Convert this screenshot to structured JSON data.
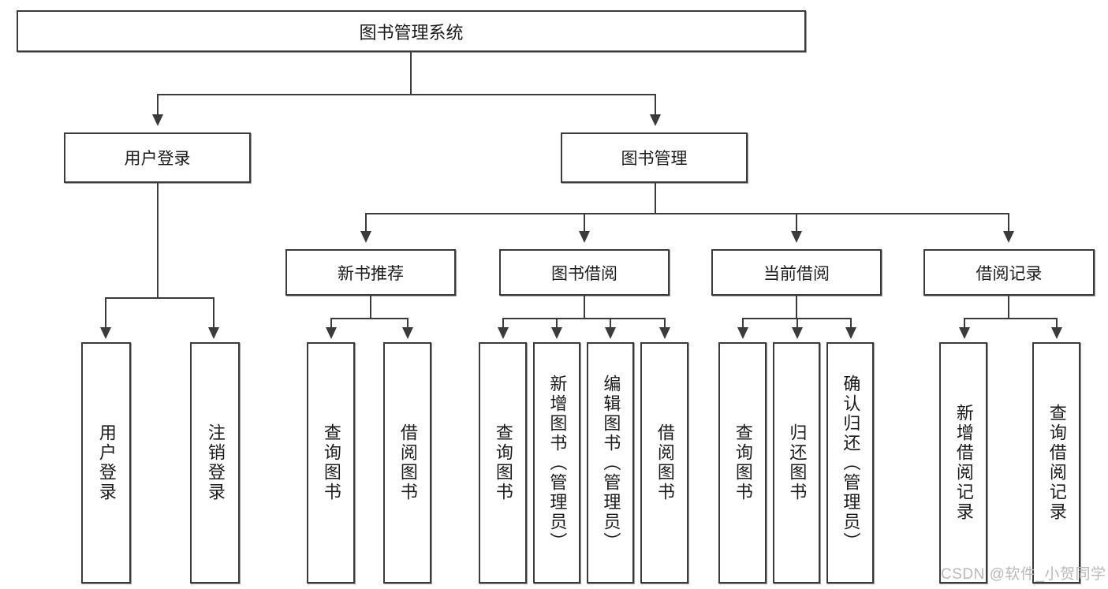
{
  "diagram": {
    "title": "图书管理系统",
    "type": "hierarchy-tree",
    "root": {
      "label": "图书管理系统"
    },
    "level2": [
      {
        "label": "用户登录"
      },
      {
        "label": "图书管理"
      }
    ],
    "level3": [
      {
        "label": "新书推荐"
      },
      {
        "label": "图书借阅"
      },
      {
        "label": "当前借阅"
      },
      {
        "label": "借阅记录"
      }
    ],
    "leaves": [
      {
        "label": "用户登录",
        "parent": "用户登录"
      },
      {
        "label": "注销登录",
        "parent": "用户登录"
      },
      {
        "label": "查询图书",
        "parent": "新书推荐"
      },
      {
        "label": "借阅图书",
        "parent": "新书推荐"
      },
      {
        "label": "查询图书",
        "parent": "图书借阅"
      },
      {
        "label": "新增图书（管理员）",
        "parent": "图书借阅"
      },
      {
        "label": "编辑图书（管理员）",
        "parent": "图书借阅"
      },
      {
        "label": "借阅图书",
        "parent": "图书借阅"
      },
      {
        "label": "查询图书",
        "parent": "当前借阅"
      },
      {
        "label": "归还图书",
        "parent": "当前借阅"
      },
      {
        "label": "确认归还（管理员）",
        "parent": "当前借阅"
      },
      {
        "label": "新增借阅记录",
        "parent": "借阅记录"
      },
      {
        "label": "查询借阅记录",
        "parent": "借阅记录"
      }
    ]
  },
  "watermark": {
    "text": "CSDN @软件_小贺同学"
  },
  "colors": {
    "stroke": "#3b3b3b",
    "shadow": "#9a9a9a",
    "fill": "#ffffff",
    "text": "#1b1b1b",
    "watermark": "#b9b9b9"
  }
}
